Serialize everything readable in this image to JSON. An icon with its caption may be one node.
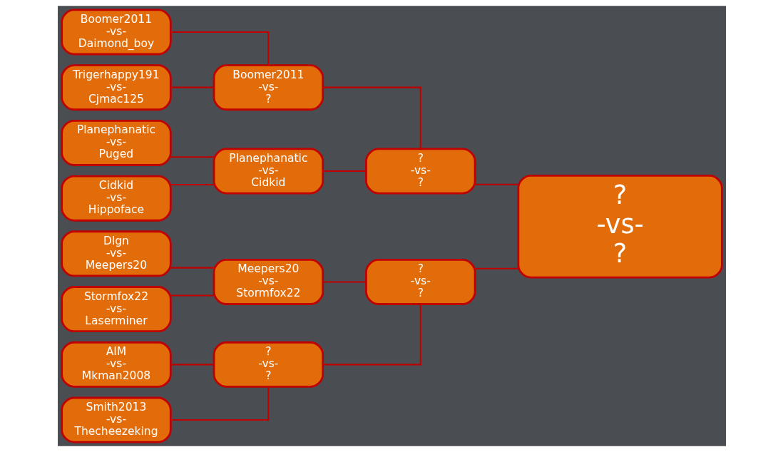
{
  "diagram": {
    "nodes": [
      {
        "text": [
          "Boomer2011",
          "-vs-",
          "Daimond_boy"
        ]
      },
      {
        "text": [
          "Trigerhappy191",
          "-vs-",
          "Cjmac125"
        ]
      },
      {
        "text": [
          "Planephanatic",
          "-vs-",
          "Puged"
        ]
      },
      {
        "text": [
          "Cidkid",
          "-vs-",
          "Hippoface"
        ]
      },
      {
        "text": [
          "AIM",
          "-vs-",
          "Mkman2008"
        ]
      },
      {
        "text": [
          "Smith2013",
          "-vs-",
          "Thecheezeking"
        ]
      },
      {
        "text": [
          "Dlgn",
          "-vs-",
          "Meepers20"
        ]
      },
      {
        "text": [
          "Stormfox22",
          "-vs-",
          "Laserminer"
        ]
      },
      {
        "text": [
          "Boomer2011",
          "-vs-",
          "?"
        ]
      },
      {
        "text": [
          "Planephanatic",
          "-vs-",
          "Cidkid"
        ]
      },
      {
        "text": [
          "?",
          "-vs-",
          "?"
        ]
      },
      {
        "text": [
          "Meepers20",
          "-vs-",
          "Stormfox22"
        ]
      },
      {
        "text": [
          "?",
          "-vs-",
          "?"
        ]
      },
      {
        "text": [
          "?",
          "-vs-",
          "?"
        ]
      },
      {
        "text": [
          "?",
          "-vs-",
          "?"
        ]
      }
    ],
    "edges": [
      {
        "from": 0,
        "to": 8,
        "arrow": "none"
      },
      {
        "from": 1,
        "to": 8,
        "arrow": "none"
      },
      {
        "from": 2,
        "to": 9,
        "arrow": "none"
      },
      {
        "from": 3,
        "to": 9,
        "arrow": "none"
      },
      {
        "from": 4,
        "to": 10,
        "arrow": "none"
      },
      {
        "from": 5,
        "to": 10,
        "arrow": "none"
      },
      {
        "from": 6,
        "to": 11,
        "arrow": "none"
      },
      {
        "from": 7,
        "to": 11,
        "arrow": "none"
      },
      {
        "from": 8,
        "to": 12,
        "arrow": "none"
      },
      {
        "from": 9,
        "to": 12,
        "arrow": "none"
      },
      {
        "from": 10,
        "to": 13,
        "arrow": "none"
      },
      {
        "from": 11,
        "to": 13,
        "arrow": "none"
      },
      {
        "from": 12,
        "to": 14,
        "arrow": "none"
      },
      {
        "from": 13,
        "to": 14,
        "arrow": "none"
      }
    ]
  }
}
